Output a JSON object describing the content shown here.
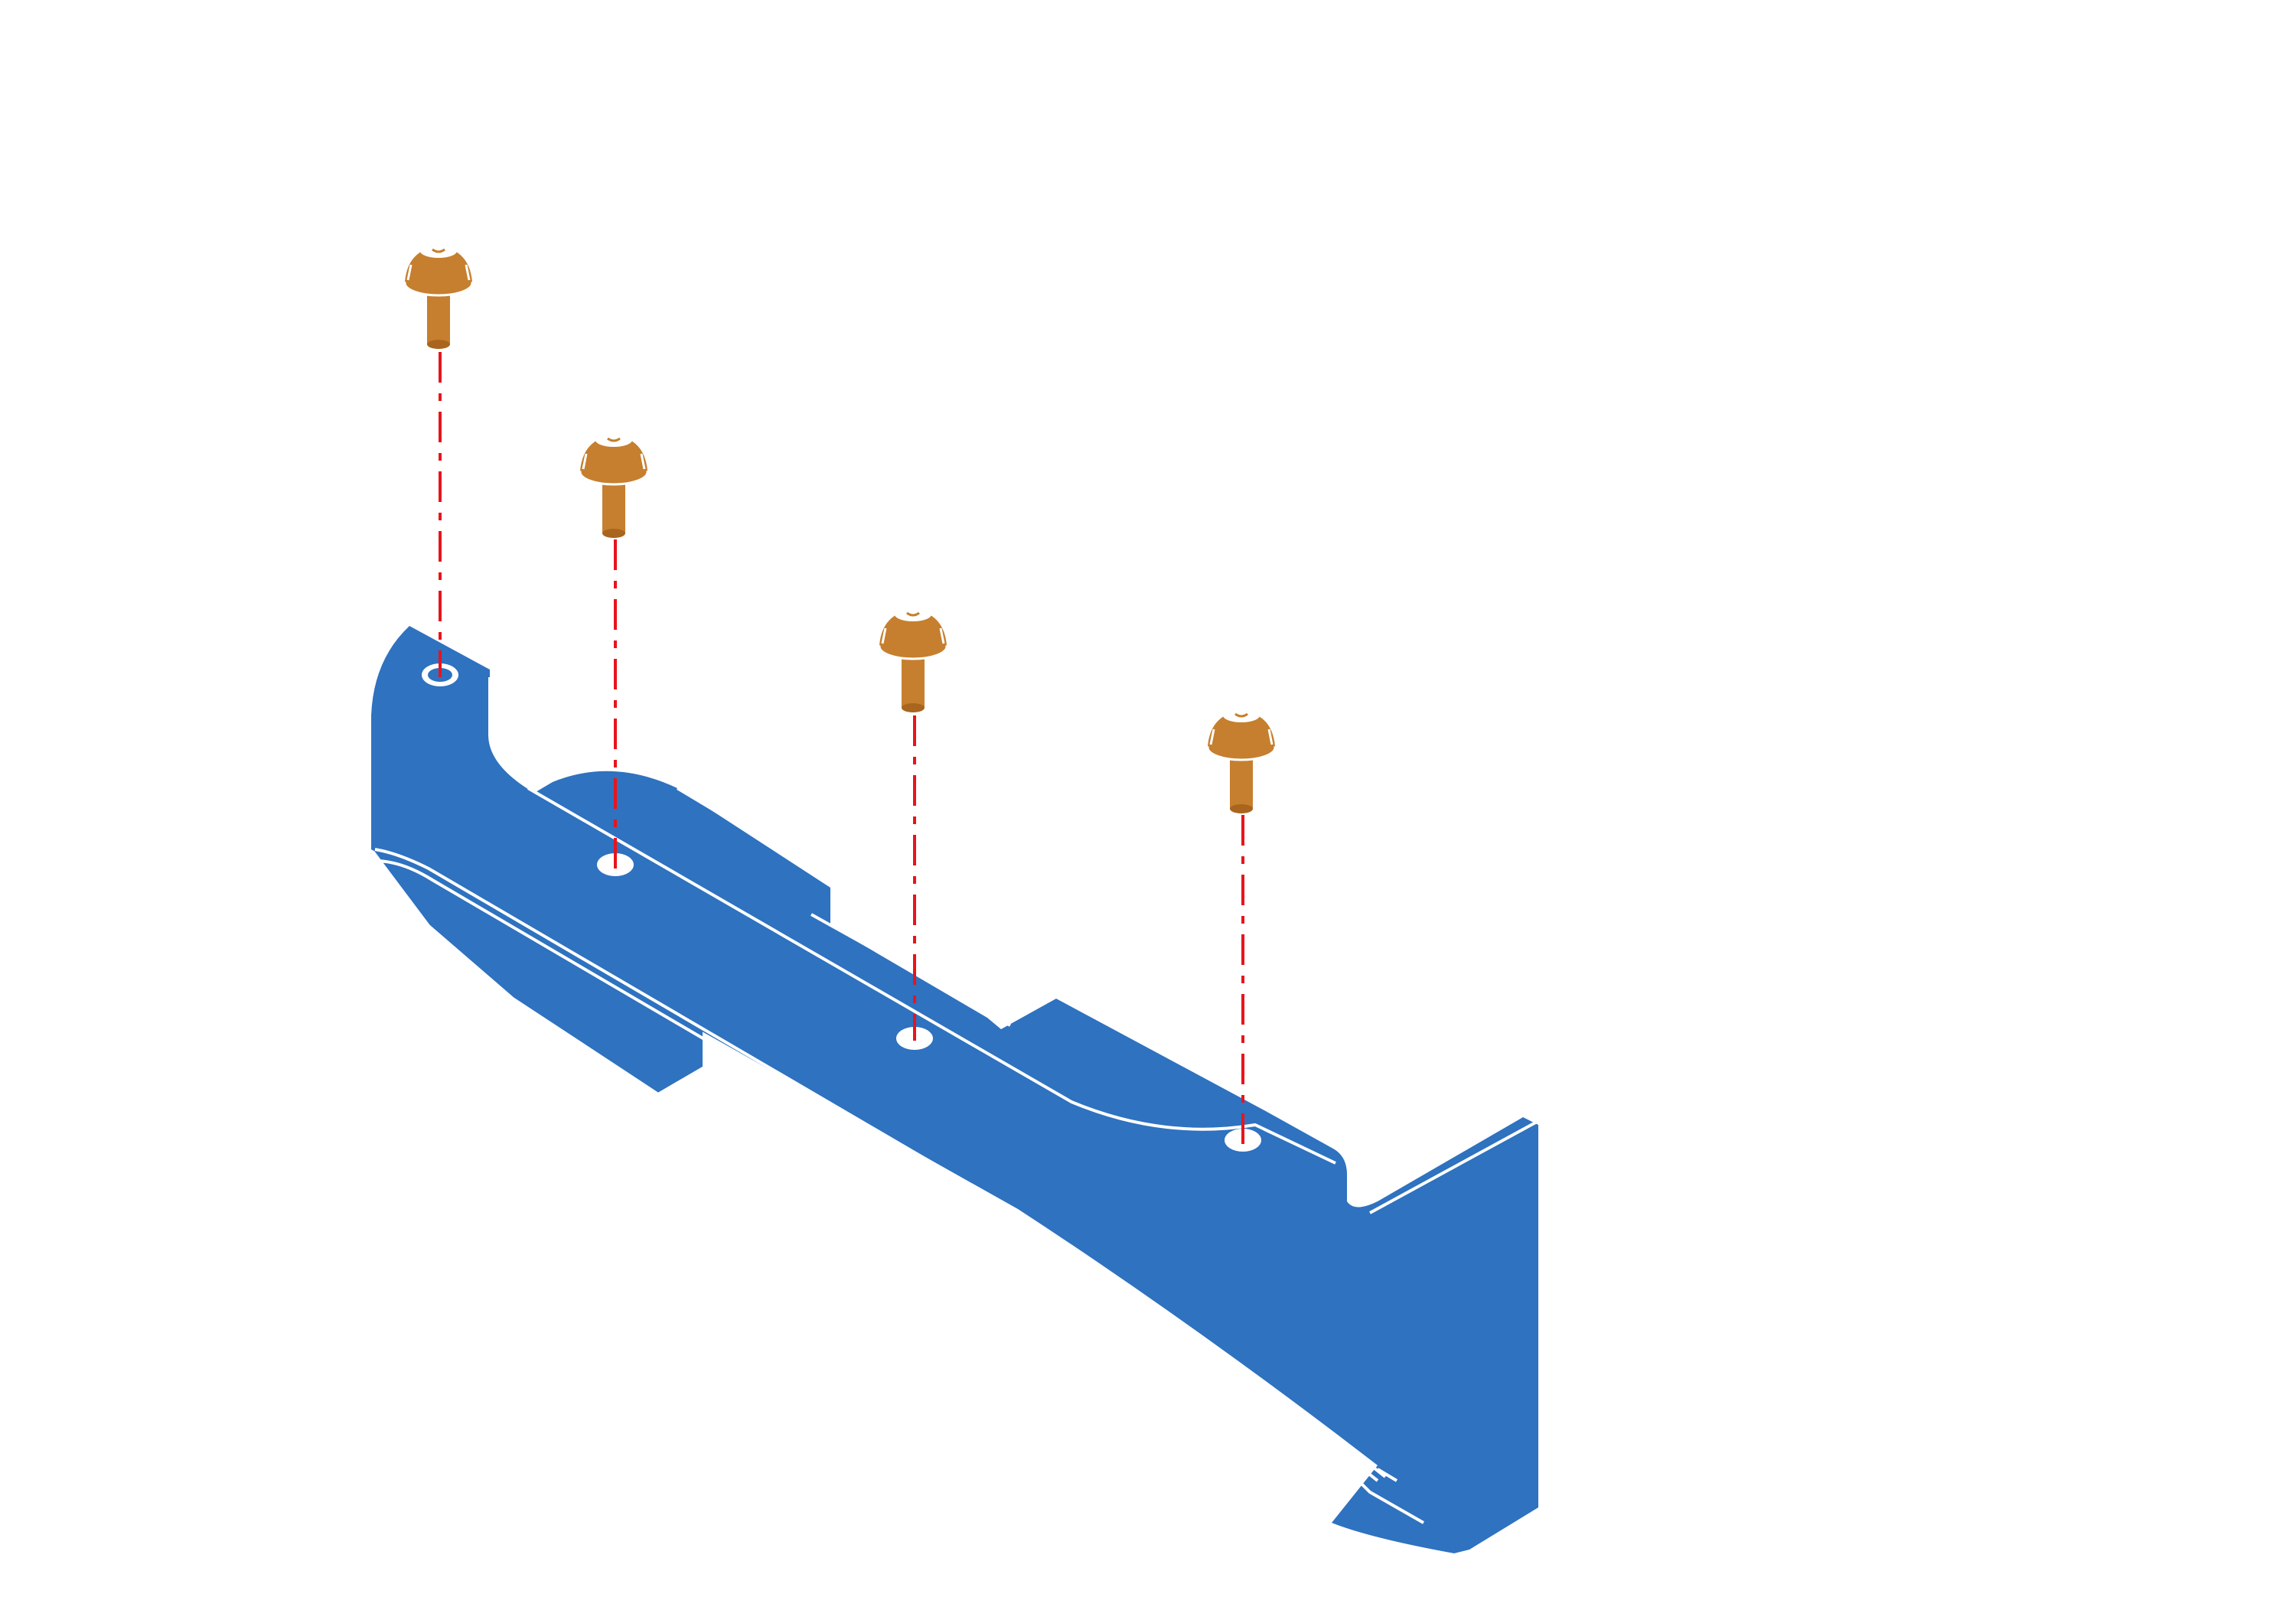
{
  "diagram": {
    "type": "exploded-assembly",
    "part": {
      "name": "bracket",
      "color": "#2e72c0",
      "outline_color": "#ffffff"
    },
    "screws": {
      "count": 4,
      "color": "#c67f2e",
      "shade_color": "#a9651d",
      "icon": "screw-icon"
    },
    "guide_lines": {
      "color": "#e8141c",
      "style": "dash-dot"
    }
  }
}
